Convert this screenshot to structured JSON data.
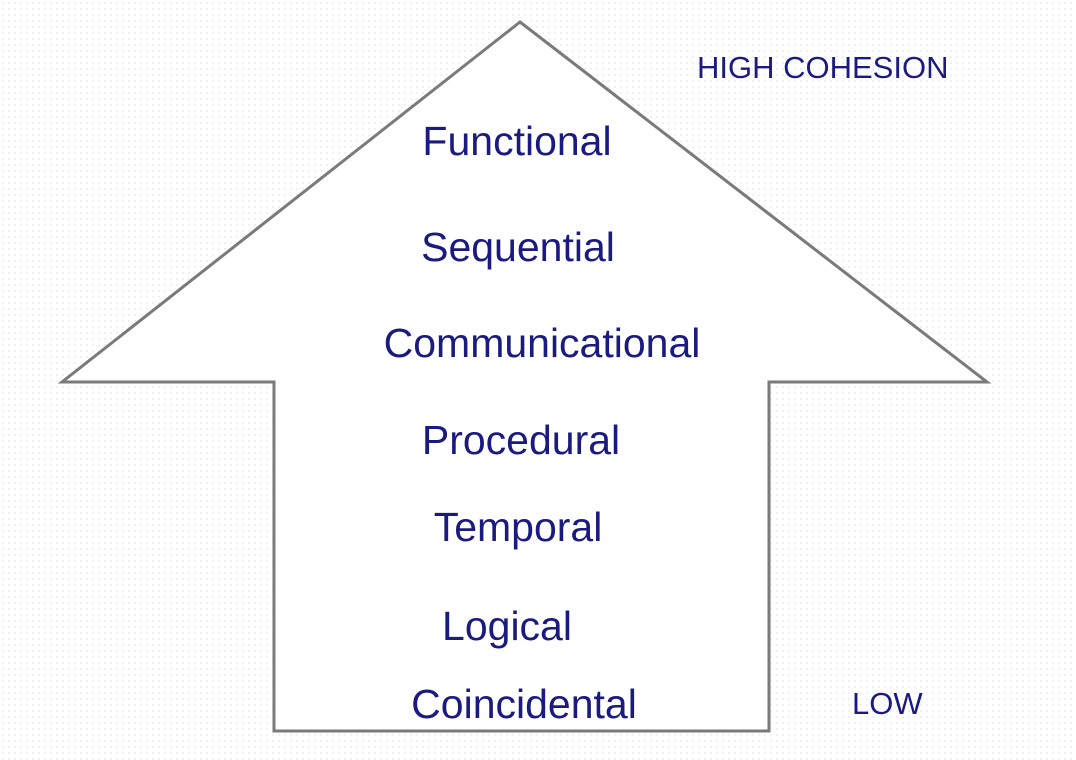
{
  "diagram": {
    "high_label": "HIGH COHESION",
    "low_label": "LOW",
    "levels": [
      "Functional",
      "Sequential",
      "Communicational",
      "Procedural",
      "Temporal",
      "Logical",
      "Coincidental"
    ]
  },
  "colors": {
    "text": "#1a1a80",
    "outline": "#7a7a7a",
    "fill": "#ffffff"
  }
}
